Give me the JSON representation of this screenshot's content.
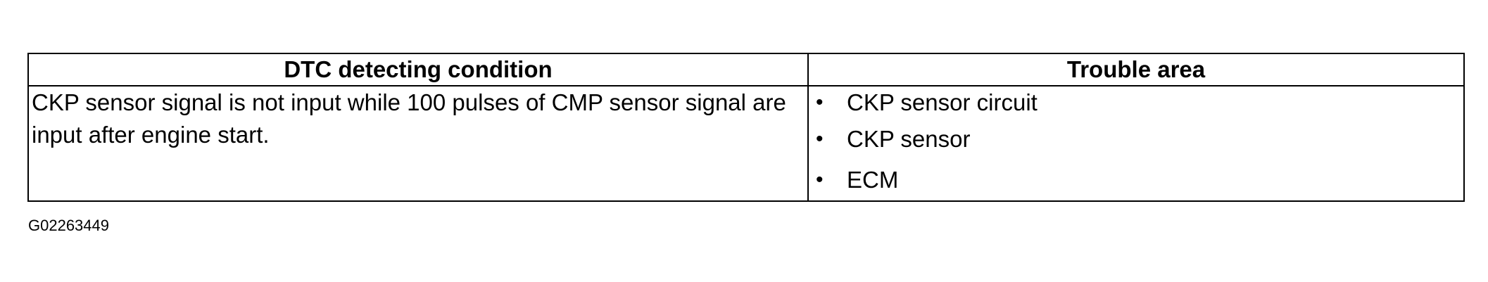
{
  "table": {
    "headers": {
      "condition": "DTC detecting condition",
      "trouble_area": "Trouble area"
    },
    "condition_text": "CKP sensor signal is not input while 100 pulses of CMP sensor signal are input after engine start.",
    "trouble_items": [
      {
        "bullet": "•",
        "label": "CKP sensor circuit"
      },
      {
        "bullet": "•",
        "label": "CKP sensor"
      },
      {
        "bullet": "•",
        "label": "ECM"
      }
    ]
  },
  "figure_id": "G02263449"
}
